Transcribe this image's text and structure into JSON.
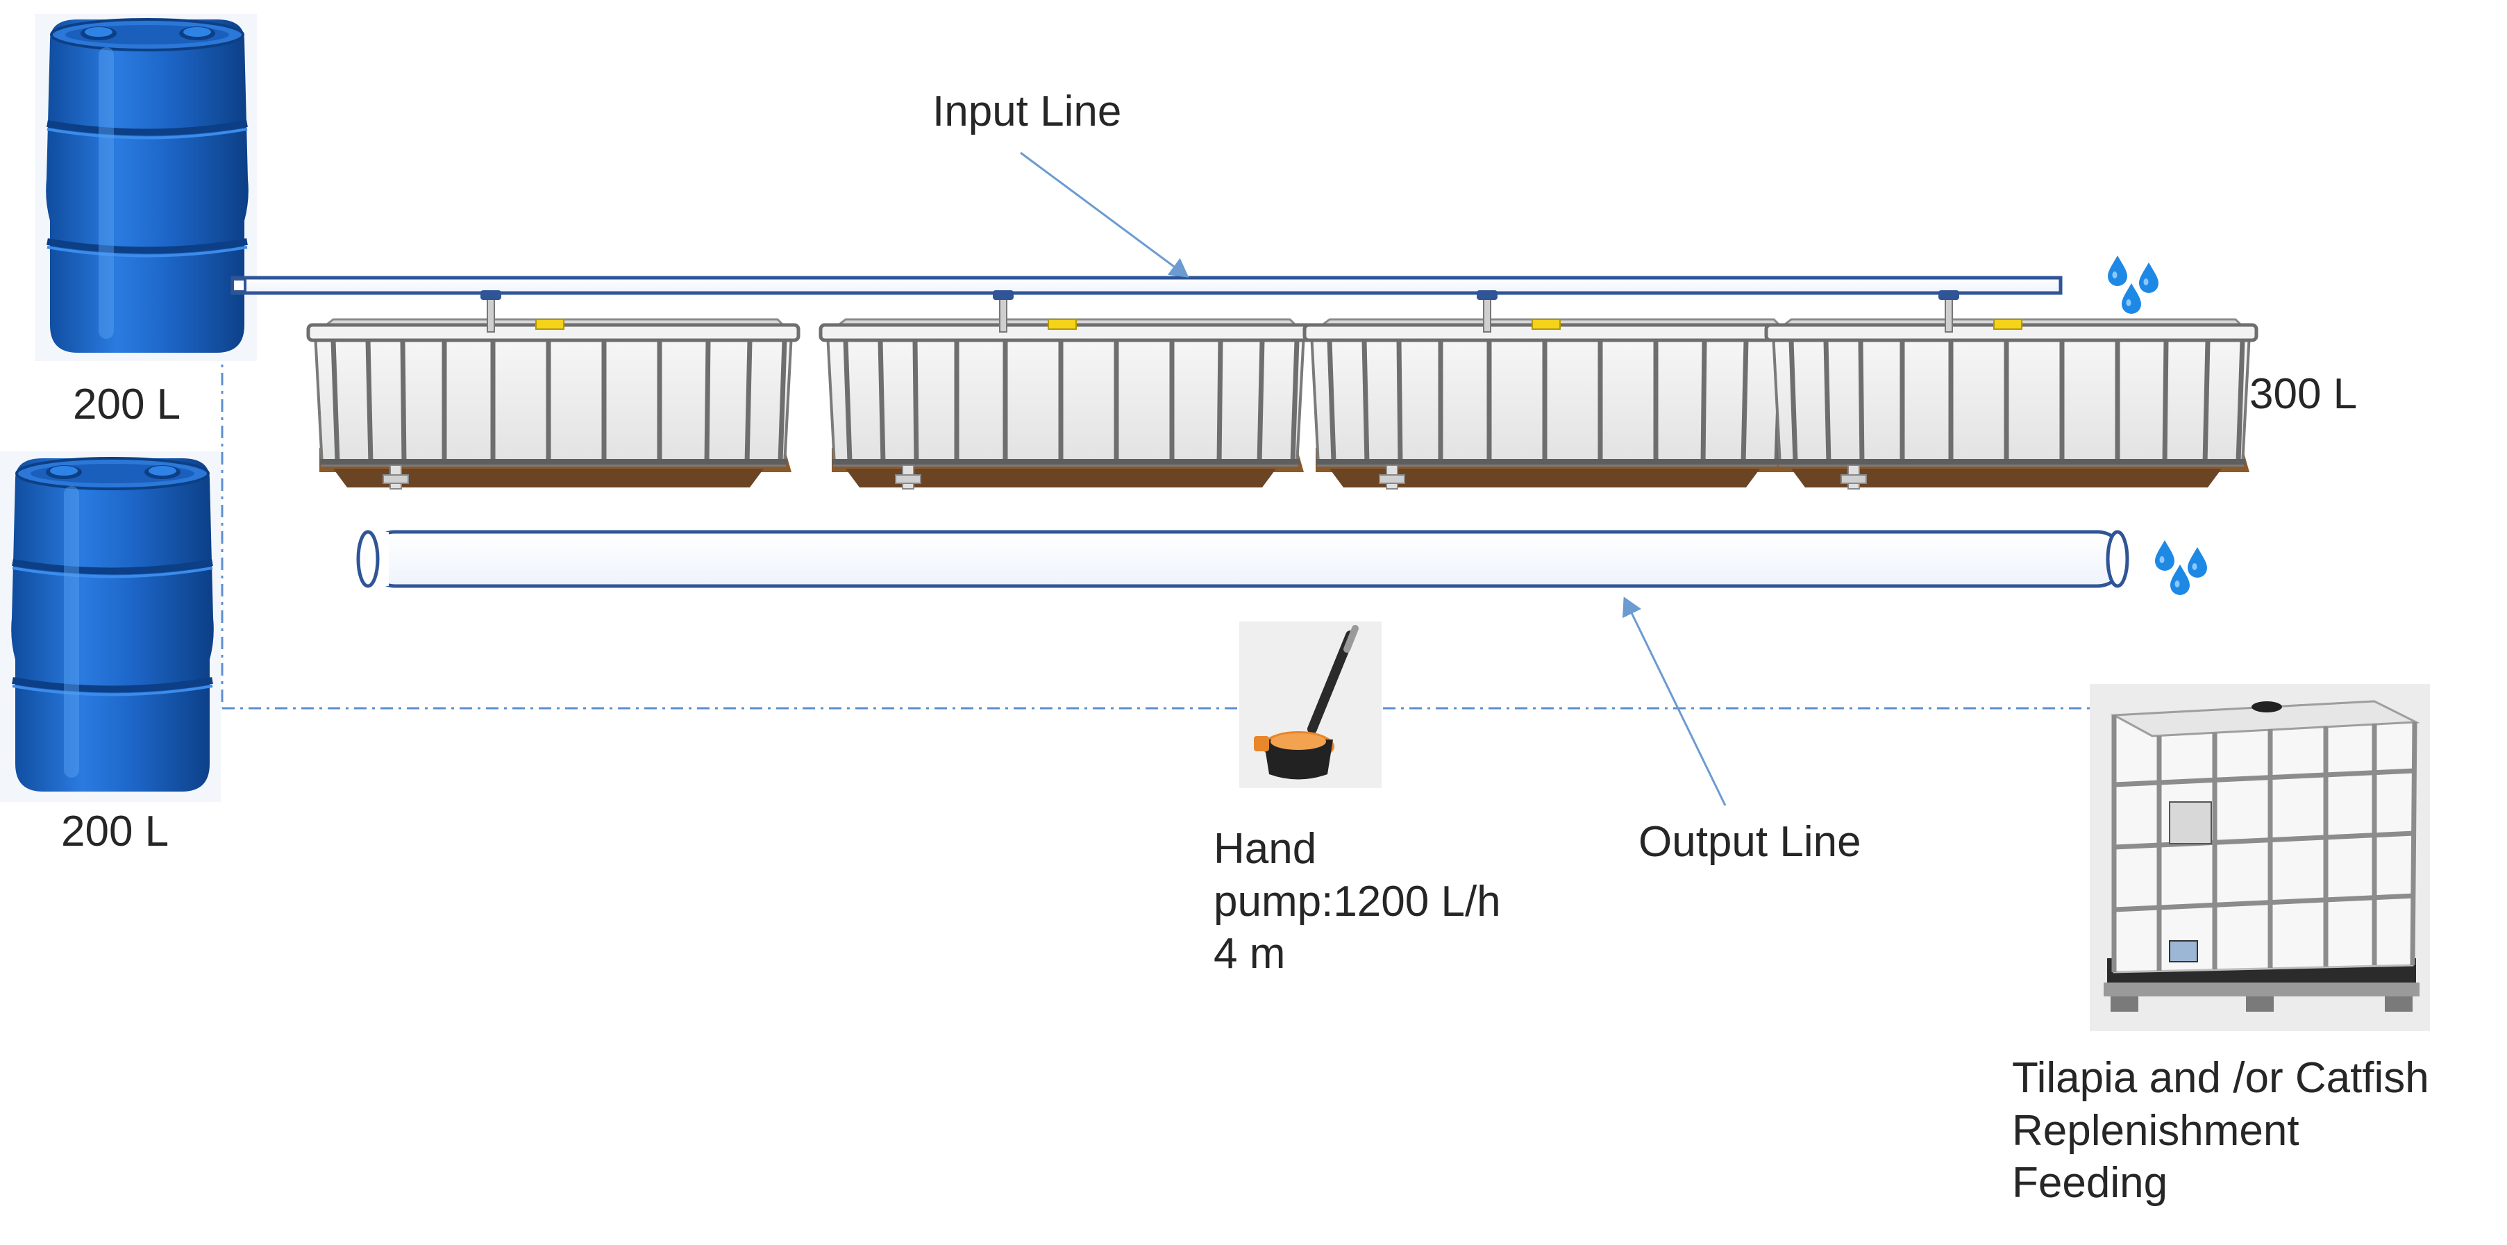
{
  "labels": {
    "barrel_top_capacity": "200 L",
    "barrel_bottom_capacity": "200 L",
    "input_line": "Input Line",
    "output_line": "Output Line",
    "tank_capacity": "300 L",
    "pump_lines": [
      "Hand",
      "pump:1200 L/h",
      "4 m"
    ],
    "ibc_lines": [
      "Tilapia and /or Catfish",
      "Replenishment",
      "Feeding"
    ]
  },
  "colors": {
    "barrel_blue": "#1a63c4",
    "pipe_outline": "#2f5597",
    "arrow_line": "#6b9bd1",
    "dashed_line": "#5b8fd0",
    "water_drop": "#1e88e5",
    "tank_frame": "#6e6e6e",
    "tank_base": "#8b5a2b",
    "pump_orange": "#e8862a"
  },
  "icons": {
    "barrel": "blue-drum-icon",
    "tank": "fish-tank-icon",
    "pump": "hand-pump-icon",
    "ibc": "ibc-tote-icon",
    "drops": "water-drop-icon"
  }
}
